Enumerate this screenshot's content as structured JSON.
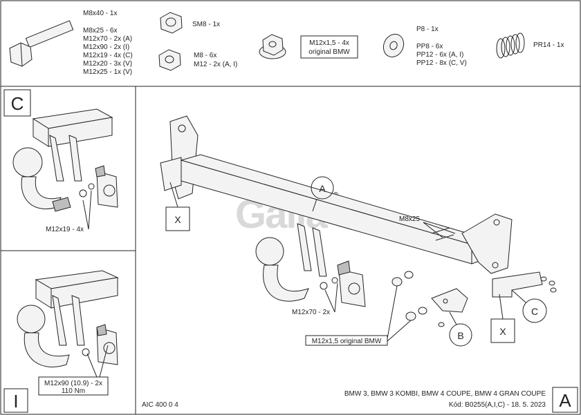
{
  "parts_list": {
    "bolts": [
      "M8x40 - 1x",
      "M8x25 - 6x",
      "M12x70 - 2x (A)",
      "M12x90 - 2x (I)",
      "M12x19 - 4x (C)",
      "M12x20 - 3x (V)",
      "M12x25 - 1x (V)"
    ],
    "sm8": "SM8 - 1x",
    "nuts": [
      "M8 - 6x",
      "M12 - 2x (A, I)"
    ],
    "bmw_nut": [
      "M12x1,5 - 4x",
      "original BMW"
    ],
    "washers": [
      "P8 - 1x",
      "PP8 - 6x",
      "PP12 - 6x (A, I)",
      "PP12 - 8x (C, V)"
    ],
    "spring": "PR14 - 1x"
  },
  "panel_c": {
    "letter": "C",
    "callout": "M12x19 - 4x"
  },
  "panel_i": {
    "letter": "I",
    "callout": [
      "M12x90 (10.9) - 2x",
      "110 Nm"
    ]
  },
  "main": {
    "watermark": "Galia",
    "registered": "®",
    "label_a": "A",
    "label_b": "B",
    "label_c": "C",
    "label_x": "X",
    "callout_m8x25": "M8x25",
    "callout_m12x70": "M12x70 - 2x",
    "callout_bmw": "M12x1,5 original BMW"
  },
  "footer": {
    "model": "BMW 3, BMW 3 KOMBI, BMW 4 COUPE, BMW 4 GRAN COUPE",
    "code": "Kód: B0255(A,I,C) - 18. 5. 2023",
    "aic": "AIC 400 0 4",
    "corner_letter": "A"
  }
}
